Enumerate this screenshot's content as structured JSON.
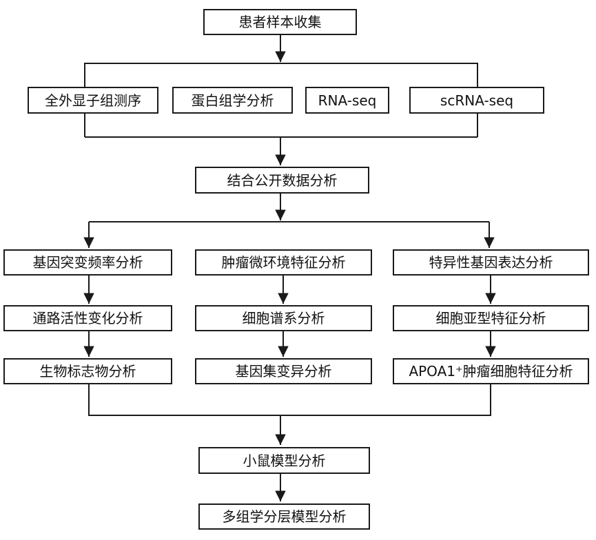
{
  "flowchart": {
    "nodes": {
      "patient_sample": "患者样本收集",
      "combined_public_data": "结合公开数据分析",
      "mouse_model": "小鼠模型分析",
      "multi_omics_model": "多组学分层模型分析"
    },
    "omics": [
      "全外显子组测序",
      "蛋白组学分析",
      "RNA-seq",
      "scRNA-seq"
    ],
    "columns": [
      {
        "steps": [
          "基因突变频率分析",
          "通路活性变化分析",
          "生物标志物分析"
        ]
      },
      {
        "steps": [
          "肿瘤微环境特征分析",
          "细胞谱系分析",
          "基因集变异分析"
        ]
      },
      {
        "steps": [
          "特异性基因表达分析",
          "细胞亚型特征分析",
          "APOA1⁺肿瘤细胞特征分析"
        ]
      }
    ],
    "colors": {
      "line": "#1a1a1a",
      "box_border": "#1a1a1a",
      "text": "#111111",
      "background": "#ffffff"
    }
  }
}
